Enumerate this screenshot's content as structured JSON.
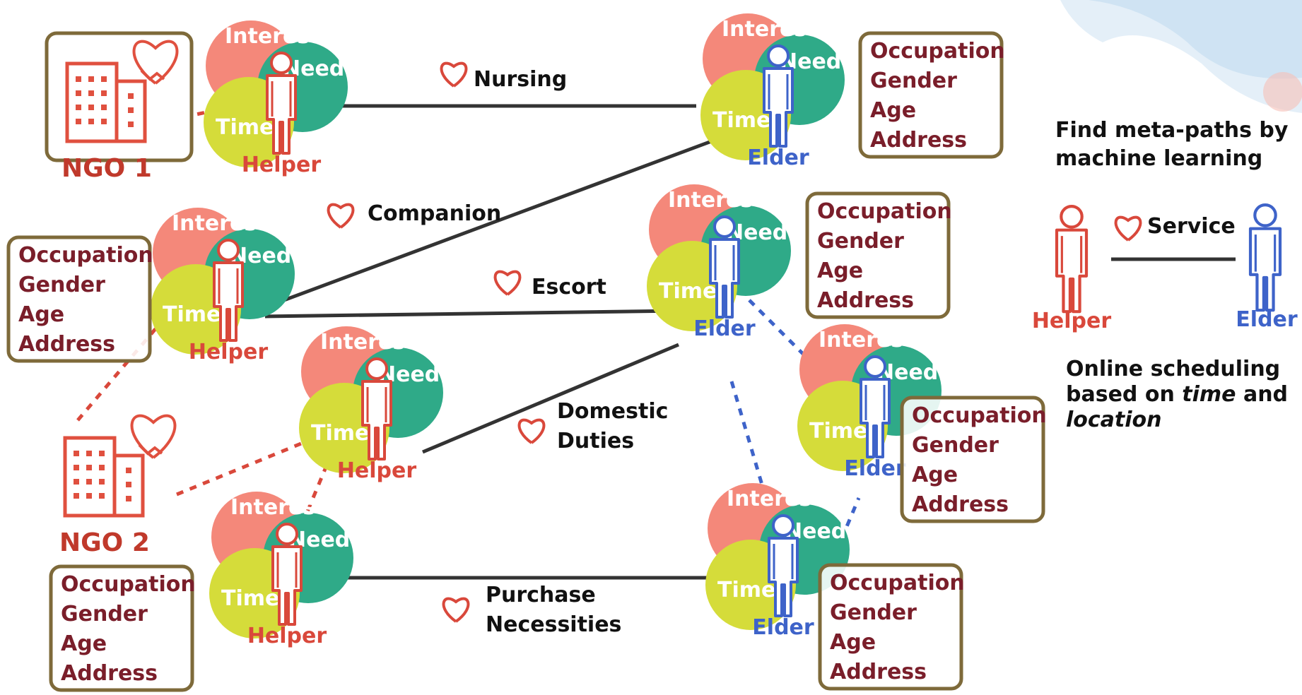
{
  "colors": {
    "interest": "#F4887A",
    "need": "#2FAA88",
    "time": "#D5DC3A",
    "helper": "#D9483B",
    "elder": "#3E63C9",
    "box_border": "#7E6A3A",
    "box_text": "#7A1E2A",
    "ngo": "#E0503F",
    "line": "#333333",
    "bubble_text": "#ffffff"
  },
  "bubble_labels": {
    "interest": "Interest",
    "need": "Need",
    "time": "Time"
  },
  "roles": {
    "helper": "Helper",
    "elder": "Elder"
  },
  "ngos": [
    {
      "label": "NGO 1"
    },
    {
      "label": "NGO 2"
    }
  ],
  "attribute_fields": [
    "Occupation",
    "Gender",
    "Age",
    "Address"
  ],
  "services": [
    {
      "label": "Nursing",
      "lines": [
        "Nursing"
      ]
    },
    {
      "label": "Companion",
      "lines": [
        "Companion"
      ]
    },
    {
      "label": "Escort",
      "lines": [
        "Escort"
      ]
    },
    {
      "label": "Domestic Duties",
      "lines": [
        "Domestic",
        "Duties"
      ]
    },
    {
      "label": "Purchase Necessities",
      "lines": [
        "Purchase",
        "Necessities"
      ]
    }
  ],
  "legend": {
    "meta_paths": [
      "Find meta-paths by",
      "machine learning"
    ],
    "service_label": "Service",
    "helper_label": "Helper",
    "elder_label": "Elder",
    "scheduling": {
      "line1": "Online scheduling",
      "line2_prefix": "based on ",
      "line2_em": "time",
      "line2_suffix": " and",
      "line3_em": "location"
    }
  }
}
